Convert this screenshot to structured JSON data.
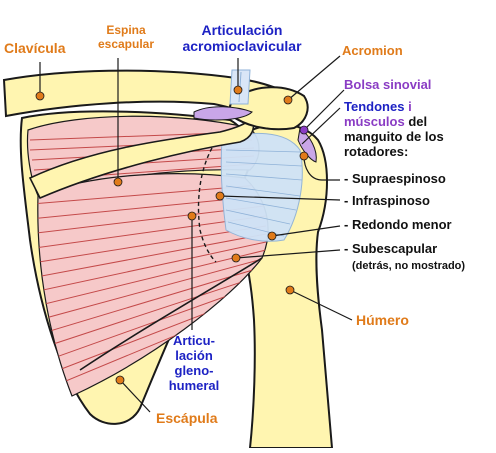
{
  "colors": {
    "bone_fill": "#fff5b0",
    "bone_stroke": "#1a1a1a",
    "muscle_fill": "#f6c9c9",
    "muscle_line": "#c44a4a",
    "tendon_fill": "#cfe3f7",
    "bursa_fill": "#c9a6e8",
    "label_orange": "#e07b1a",
    "label_blue": "#1d22c4",
    "label_purple": "#8a3cc4",
    "dot_orange": "#e07b1a",
    "dot_purple": "#8a3cc4"
  },
  "labels": {
    "clavicula": "Clavícula",
    "espina_line1": "Espina",
    "espina_line2": "escapular",
    "artic_acromio_line1": "Articulación",
    "artic_acromio_line2": "acromioclavicular",
    "acromion": "Acromion",
    "bolsa": "Bolsa sinovial",
    "tendones_line1_a": "Tendones",
    "tendones_line1_b": "i",
    "tendones_line2_a": "músculos",
    "tendones_line2_b": "del",
    "tendones_line3": "manguito de los",
    "tendones_line4": "rotadores:",
    "supraespinoso": "- Supraespinoso",
    "infraspinoso": "- Infraspinoso",
    "redondo": "- Redondo menor",
    "subescapular": "- Subescapular",
    "subescapular_note": "(detrás, no mostrado)",
    "humero": "Húmero",
    "artic_gleno_line1": "Articu-",
    "artic_gleno_line2": "lación",
    "artic_gleno_line3": "gleno-",
    "artic_gleno_line4": "humeral",
    "escapula": "Escápula"
  }
}
